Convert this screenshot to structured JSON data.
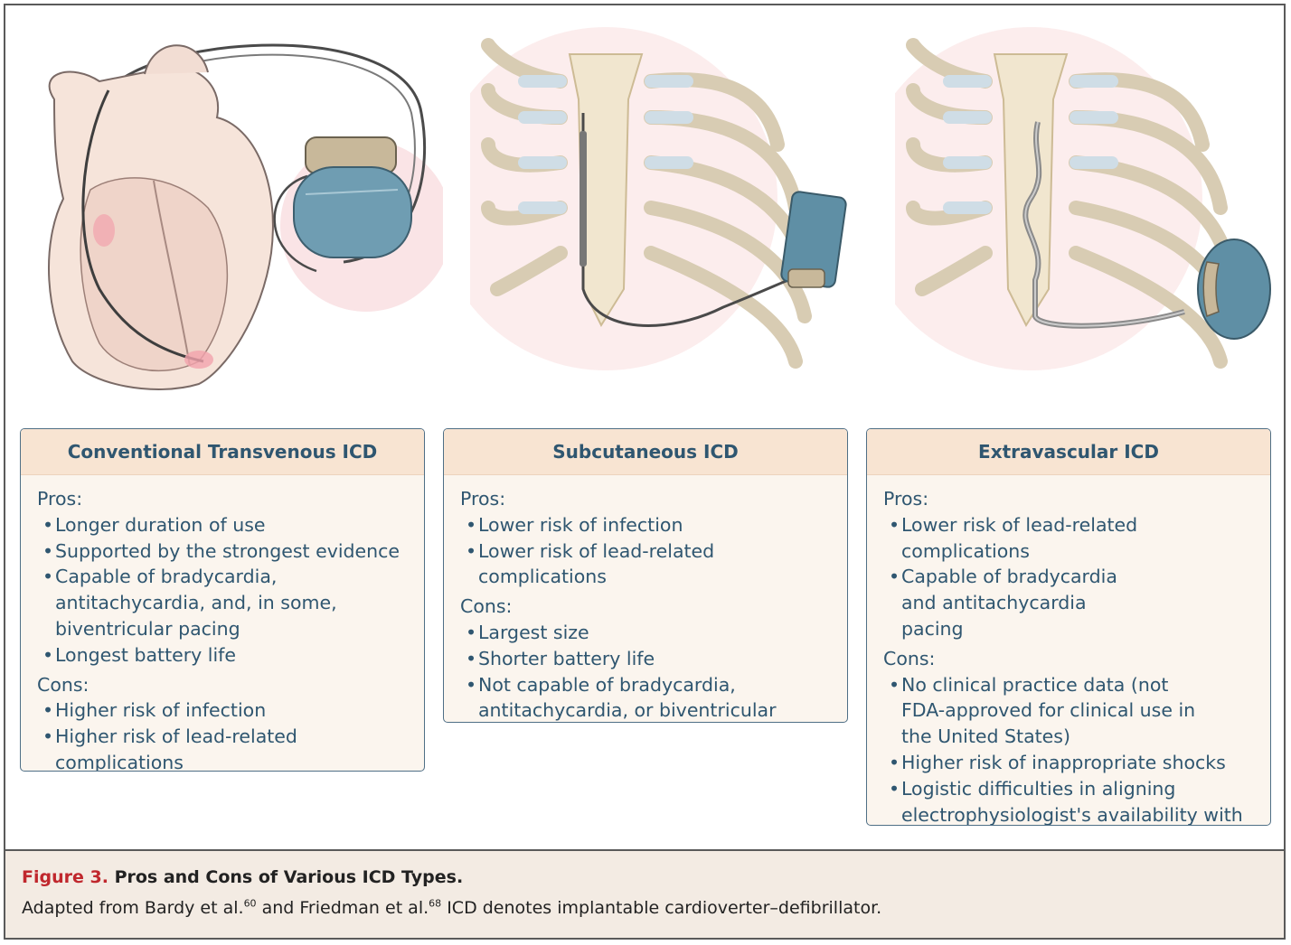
{
  "panels": [
    {
      "title": "Conventional Transvenous ICD",
      "pros_label": "Pros:",
      "pros": [
        "Longer duration of use",
        "Supported by the strongest evidence",
        "Capable of bradycardia, antitachycardia, and, in some, biventricular pacing",
        "Longest battery life"
      ],
      "cons_label": "Cons:",
      "cons": [
        "Higher risk of infection",
        "Higher risk of lead-related complications"
      ]
    },
    {
      "title": "Subcutaneous ICD",
      "pros_label": "Pros:",
      "pros": [
        "Lower risk of infection",
        "Lower risk of lead-related complications"
      ],
      "cons_label": "Cons:",
      "cons": [
        "Largest size",
        "Shorter battery life",
        "Not capable of bradycardia, antitachycardia, or biventricular pacing"
      ]
    },
    {
      "title": "Extravascular ICD",
      "pros_label": "Pros:",
      "pros": [
        "Lower risk of lead-related complications",
        "Capable of bradycardia and antitachycardia pacing"
      ],
      "cons_label": "Cons:",
      "cons": [
        "No clinical practice data (not FDA-approved for clinical use in the United States)",
        "Higher risk of inappropriate shocks",
        "Logistic difficulties in aligning electrophysiologist's availability with thoracic surgeon’s availability"
      ]
    }
  ],
  "caption": {
    "label": "Figure 3.",
    "title": "Pros and Cons of Various ICD Types.",
    "text_a": "Adapted from Bardy et al.",
    "ref_a": "60",
    "text_b": " and Friedman et al.",
    "ref_b": "68",
    "text_c": " ICD denotes implantable cardioverter–defibrillator."
  },
  "colors": {
    "accent": "#2f5670",
    "box_border": "#4f6f86",
    "header_bg": "#f8e4d2",
    "caption_label": "#c0272d",
    "device": "#5f8fa5"
  }
}
